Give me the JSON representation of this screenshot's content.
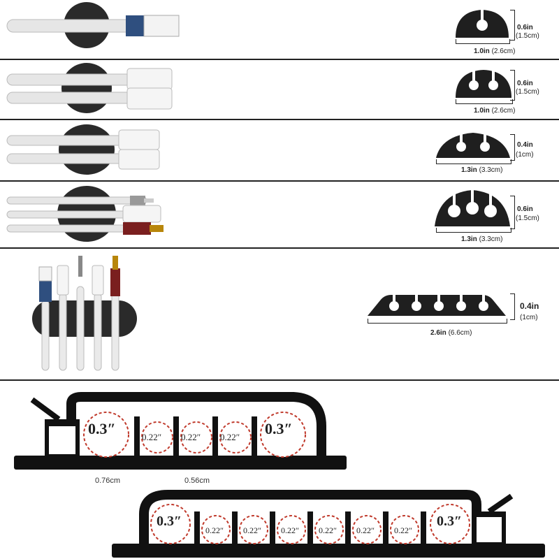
{
  "rows": [
    {
      "height": "0.6in",
      "height_cm": "(1.5cm)",
      "width": "1.0in",
      "width_cm": "(2.6cm)"
    },
    {
      "height": "0.6in",
      "height_cm": "(1.5cm)",
      "width": "1.0in",
      "width_cm": "(2.6cm)"
    },
    {
      "height": "0.4in",
      "height_cm": "(1cm)",
      "width": "1.3in",
      "width_cm": "(3.3cm)"
    },
    {
      "height": "0.6in",
      "height_cm": "(1.5cm)",
      "width": "1.3in",
      "width_cm": "(3.3cm)"
    },
    {
      "height": "0.4in",
      "height_cm": "(1cm)",
      "width": "2.6in",
      "width_cm": "(6.6cm)"
    }
  ],
  "holder_top": {
    "slots": [
      "0.3″",
      "0.22″",
      "0.22″",
      "0.22″",
      "0.3″"
    ],
    "note_large": "0.76cm",
    "note_small": "0.56cm"
  },
  "holder_bottom": {
    "slots": [
      "0.3″",
      "0.22″",
      "0.22″",
      "0.22″",
      "0.22″",
      "0.22″",
      "0.22″",
      "0.3″"
    ]
  },
  "colors": {
    "clip": "#1f1f1f",
    "cable": "#e8e8e8",
    "dash": "#c0392b",
    "rj45": "#2f4f7f",
    "gold": "#b8860b"
  }
}
